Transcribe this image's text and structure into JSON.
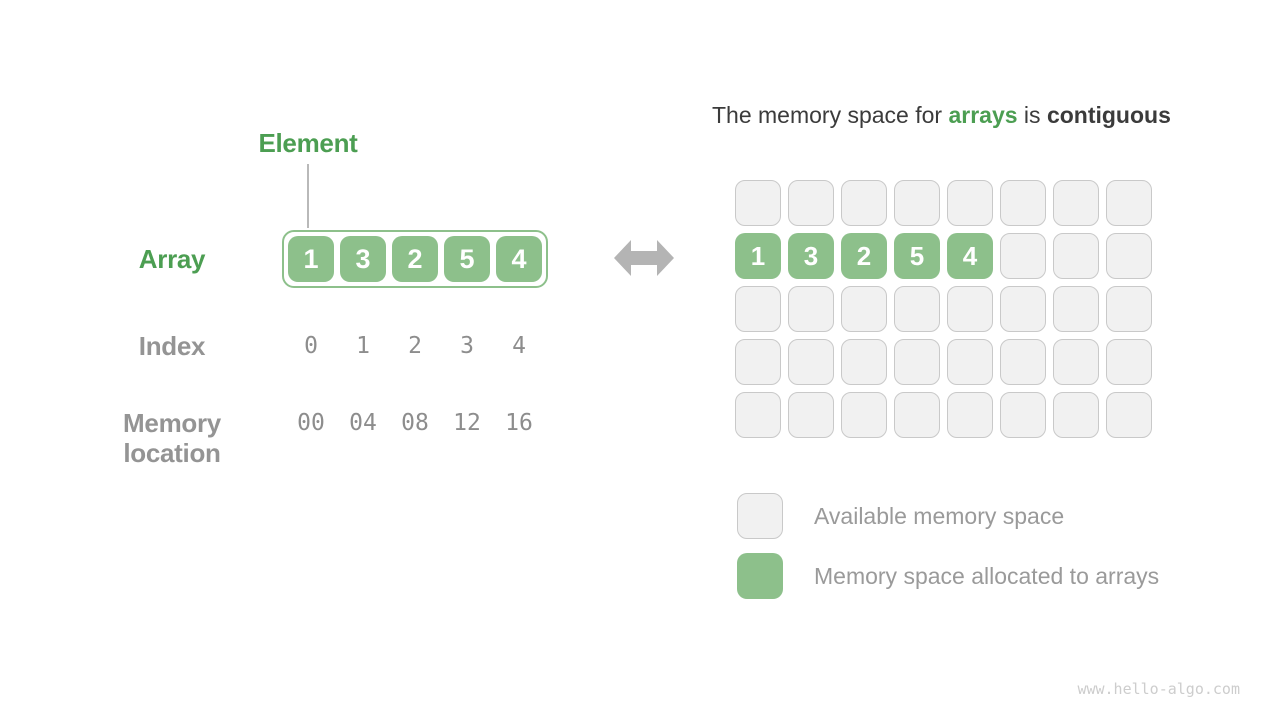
{
  "palette": {
    "green_fill": "#8dc08b",
    "green_text": "#4c9e52",
    "gray_label": "#949494",
    "digit_gray": "#8d8d8d",
    "title_dark": "#3b3b3b",
    "empty_cell_bg": "#f1f1f1",
    "empty_cell_border": "#c9c9c9",
    "arrow_gray": "#b4b4b4",
    "watermark_gray": "#cdcdcd"
  },
  "left": {
    "element_label": "Element",
    "array_label": "Array",
    "index_label": "Index",
    "memory_label": "Memory location",
    "array_values": [
      "1",
      "3",
      "2",
      "5",
      "4"
    ],
    "index_values": [
      "0",
      "1",
      "2",
      "3",
      "4"
    ],
    "memory_values": [
      "00",
      "04",
      "08",
      "12",
      "16"
    ]
  },
  "arrow": {
    "icon": "double-headed-arrow"
  },
  "right": {
    "title": {
      "prefix": "The memory space for ",
      "highlight": "arrays",
      "middle": " is ",
      "emphasis": "contiguous"
    },
    "grid": {
      "rows": 5,
      "cols": 8,
      "allocated_row": 1,
      "allocated_col_start": 0,
      "allocated_values": [
        "1",
        "3",
        "2",
        "5",
        "4"
      ]
    },
    "legend": [
      {
        "id": "available",
        "label": "Available memory space"
      },
      {
        "id": "allocated",
        "label": "Memory space allocated to arrays"
      }
    ]
  },
  "watermark": "www.hello-algo.com"
}
